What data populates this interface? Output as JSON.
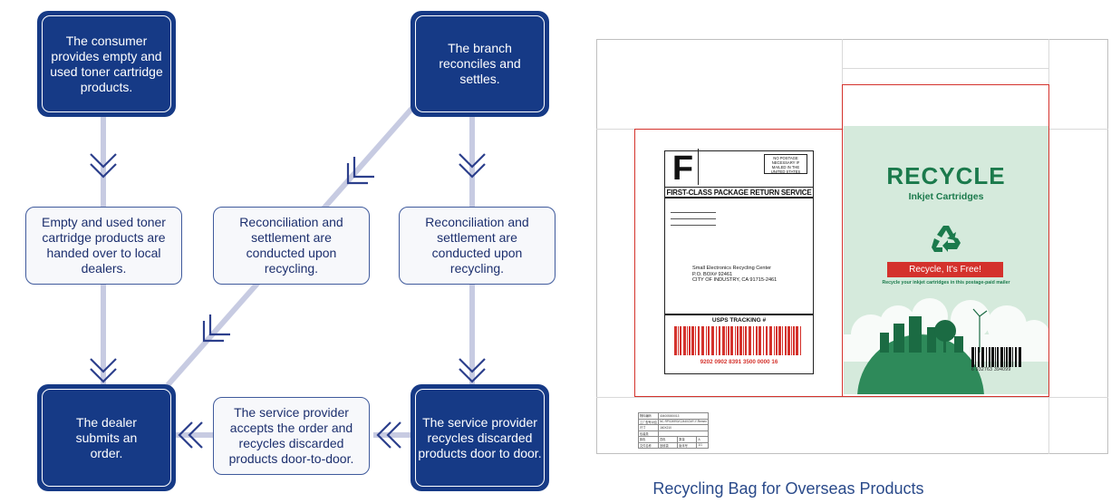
{
  "flowchart": {
    "box_consumer": "The consumer provides empty and used toner cartridge products.",
    "box_branch": "The branch reconciles and settles.",
    "box_handover": "Empty and used toner cartridge products are handed over to local dealers.",
    "box_reconcile_left": "Reconciliation and settlement are conducted upon recycling.",
    "box_reconcile_right": "Reconciliation and settlement are conducted upon recycling.",
    "box_dealer": "The dealer submits an order.",
    "box_accepts": "The service provider accepts the order and recycles discarded products door-to-door.",
    "box_recycles": "The service provider recycles discarded products door to door."
  },
  "colors": {
    "dark_box": "#163a86",
    "light_box_border": "#3f5a9c",
    "connector": "#c7cbe2",
    "chevron": "#2c3f8c",
    "accent_red": "#d4322c",
    "recycle_green": "#1b7a4c"
  },
  "mailer": {
    "label": {
      "class_letter": "F",
      "postage_note": "NO POSTAGE NECESSARY IF MAILED IN THE UNITED STATES",
      "service": "FIRST-CLASS PACKAGE RETURN SERVICE",
      "address_line1": "Small Electronics Recycling Center",
      "address_line2": "P.O. BOX# 92461",
      "address_line3": "CITY OF INDUSTRY, CA 91715-2461",
      "tracking_title": "USPS TRACKING #",
      "tracking_number": "9202 0902 8391 3500 0000 16"
    },
    "panel": {
      "title": "RECYCLE",
      "subtitle": "Inkjet Cartridges",
      "banner": "Recycle, It's Free!",
      "note": "Recycle your inkjet cartridges in this postage-paid mailer",
      "barcode_digits": "6 932763 394099"
    },
    "icons": [
      "recycle-icon",
      "globe-city-icon",
      "barcode-icon"
    ],
    "spec_table": [
      [
        "物料编码",
        "404005000013"
      ],
      [
        "工厂型号对应",
        "NC RP024993/C2440CMY-Y-Remen"
      ],
      [
        "尺寸",
        "160X210"
      ],
      [
        "包装类",
        ""
      ],
      [
        "颜色",
        "四色",
        "数量",
        "A"
      ],
      [
        "文件名称",
        "回收袋",
        "版本号",
        "1/1"
      ]
    ]
  },
  "caption": "Recycling Bag for Overseas Products"
}
